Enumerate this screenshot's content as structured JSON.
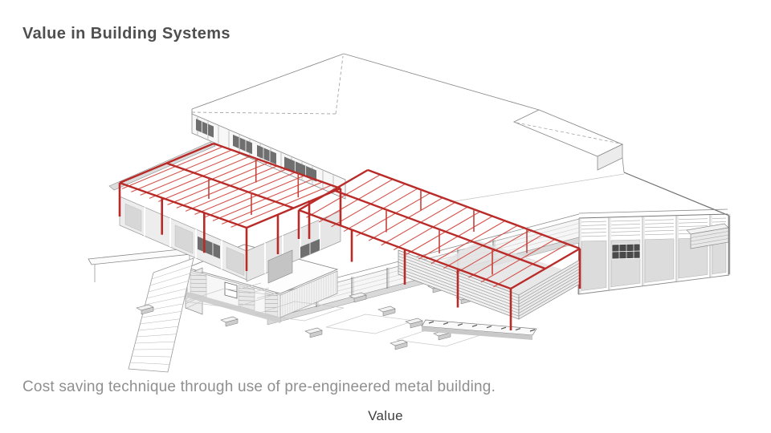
{
  "slide": {
    "title": "Value in Building Systems",
    "caption": "Cost saving technique through use of pre-engineered metal building.",
    "footer_label": "Value"
  },
  "drawing": {
    "alt": "Axonometric line drawing of a building complex highlighting pre-engineered steel frames in red",
    "accent_red_heavy": "#b92b28",
    "accent_red_light": "#d24a42",
    "line_gray": "#8a8a8a",
    "line_dark": "#6e6e6e",
    "panel_gray": "#dcdcdc",
    "panel_light": "#f1f1f1",
    "window_dark": "#6f6f6f",
    "facade_window": "#4a4a4a"
  }
}
